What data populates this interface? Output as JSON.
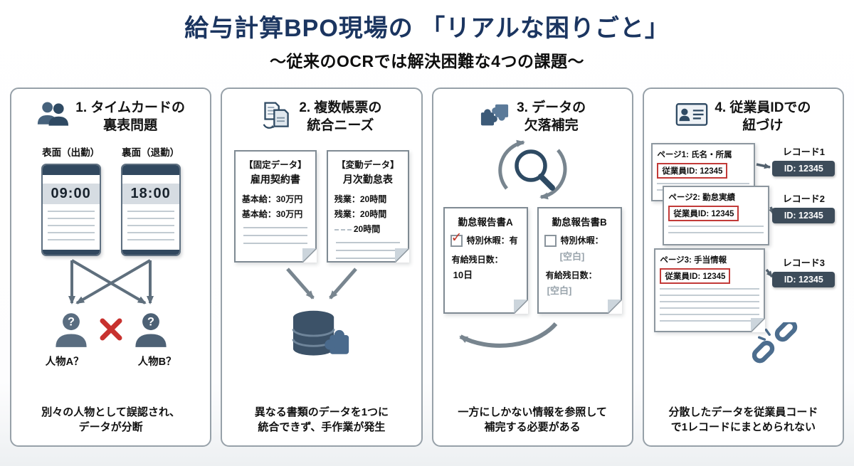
{
  "header": {
    "title": "給与計算BPO現場の 「リアルな困りごと」",
    "subtitle": "〜従来のOCRでは解決困難な4つの課題〜"
  },
  "colors": {
    "title_navy": "#1b3560",
    "icon_slate": "#2f4a63",
    "accent_red": "#c23a38",
    "arrow_gray": "#78858f",
    "badge_dark": "#3d4c5a"
  },
  "icons": {
    "panel1_header": "two-people-icon",
    "panel2_header": "documents-sync-icon",
    "panel3_header": "puzzle-pieces-icon",
    "pan4_header": "id-card-icon",
    "panel1_unknown_person": "person-question-icon",
    "panel1_mismatch": "red-x-icon",
    "panel2_merge_target": "database-puzzle-icon",
    "panel3_search": "magnifier-cycle-icon",
    "panel3_checked": "checked-checkbox-icon",
    "panel3_unchecked": "empty-checkbox-icon",
    "panel4_broken": "broken-chain-icon"
  },
  "panel1": {
    "title_line1": "1. タイムカードの",
    "title_line2": "裏表問題",
    "front_label": "表面（出勤）",
    "back_label": "裏面（退勤）",
    "front_time": "09:00",
    "back_time": "18:00",
    "person_a": "人物A？",
    "person_b": "人物B？",
    "desc_line1": "別々の人物として誤認され、",
    "desc_line2": "データが分断"
  },
  "panel2": {
    "title_line1": "2. 複数帳票の",
    "title_line2": "統合ニーズ",
    "doc_fixed": {
      "tag": "【固定データ】",
      "name": "雇用契約書",
      "line1": "基本給：30万円",
      "line2": "基本給：30万円"
    },
    "doc_variable": {
      "tag": "【変動データ】",
      "name": "月次勤怠表",
      "line1": "残業：20時間",
      "line2": "残業：20時間",
      "line3": "20時間"
    },
    "desc_line1": "異なる書類のデータを1つに",
    "desc_line2": "統合できず、手作業が発生"
  },
  "panel3": {
    "title_line1": "3. データの",
    "title_line2": "欠落補完",
    "doc_a": {
      "name": "勤怠報告書A",
      "check_label": "特別休暇：有",
      "days_label": "有給残日数：",
      "days_value": "10日"
    },
    "doc_b": {
      "name": "勤怠報告書B",
      "check_label": "特別休暇：",
      "check_value": "[空白]",
      "days_label": "有給残日数：",
      "days_value": "[空白]"
    },
    "desc_line1": "一方にしかない情報を参照して",
    "desc_line2": "補完する必要がある"
  },
  "panel4": {
    "title_line1": "4. 従業員IDでの",
    "title_line2": "紐づけ",
    "pages": [
      {
        "label": "ページ1: 氏名・所属",
        "id": "従業員ID: 12345"
      },
      {
        "label": "ページ2: 勤怠実績",
        "id": "従業員ID: 12345"
      },
      {
        "label": "ページ3: 手当情報",
        "id": "従業員ID: 12345"
      }
    ],
    "records": [
      {
        "label": "レコード1",
        "id": "ID: 12345"
      },
      {
        "label": "レコード2",
        "id": "ID: 12345"
      },
      {
        "label": "レコード3",
        "id": "ID: 12345"
      }
    ],
    "desc_line1": "分散したデータを従業員コード",
    "desc_line2": "で1レコードにまとめられない"
  }
}
